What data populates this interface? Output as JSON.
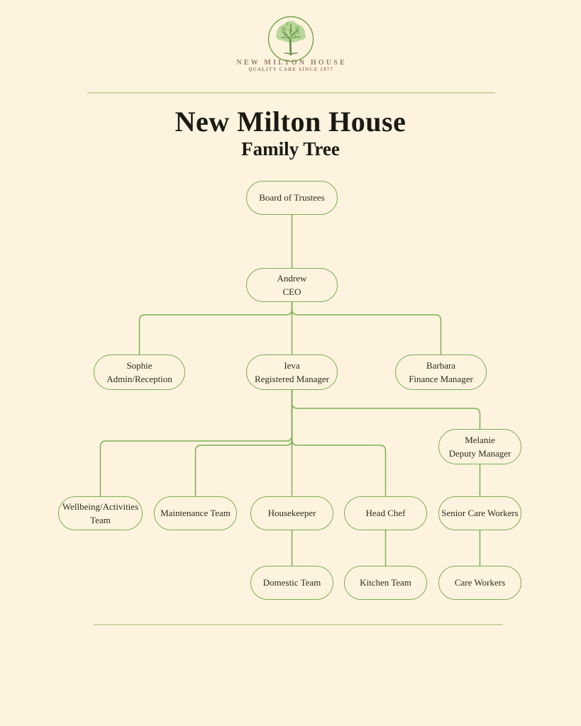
{
  "colors": {
    "background": "#fdf3de",
    "green": "#7cb055",
    "divider": "#ccd5a0",
    "node_text": "#2e2c22",
    "title_text": "#1b1a14",
    "brand_text": "#97806f"
  },
  "logo": {
    "icon": "oak-tree-in-circle",
    "name": "NEW MILTON HOUSE",
    "tagline": "QUALITY CARE SINCE 1977"
  },
  "header": {
    "title": "New Milton House",
    "subtitle": "Family Tree"
  },
  "nodes": {
    "board": {
      "label": "Board of Trustees"
    },
    "ceo": {
      "name": "Andrew",
      "role": "CEO"
    },
    "admin": {
      "name": "Sophie",
      "role": "Admin/Reception"
    },
    "manager": {
      "name": "Ieva",
      "role": "Registered Manager"
    },
    "finance": {
      "name": "Barbara",
      "role": "Finance Manager"
    },
    "deputy": {
      "name": "Melanie",
      "role": "Deputy Manager"
    },
    "wellbeing": {
      "label": "Wellbeing/Activities Team"
    },
    "maintenance": {
      "label": "Maintenance Team"
    },
    "housekeeper": {
      "label": "Housekeeper"
    },
    "head_chef": {
      "label": "Head Chef"
    },
    "senior_care": {
      "label": "Senior Care Workers"
    },
    "domestic": {
      "label": "Domestic Team"
    },
    "kitchen": {
      "label": "Kitchen Team"
    },
    "care": {
      "label": "Care Workers"
    }
  },
  "hierarchy_edges": [
    [
      "board",
      "ceo"
    ],
    [
      "ceo",
      "admin"
    ],
    [
      "ceo",
      "manager"
    ],
    [
      "ceo",
      "finance"
    ],
    [
      "manager",
      "deputy"
    ],
    [
      "manager",
      "wellbeing"
    ],
    [
      "manager",
      "maintenance"
    ],
    [
      "manager",
      "housekeeper"
    ],
    [
      "manager",
      "head_chef"
    ],
    [
      "deputy",
      "senior_care"
    ],
    [
      "housekeeper",
      "domestic"
    ],
    [
      "head_chef",
      "kitchen"
    ],
    [
      "senior_care",
      "care"
    ]
  ]
}
